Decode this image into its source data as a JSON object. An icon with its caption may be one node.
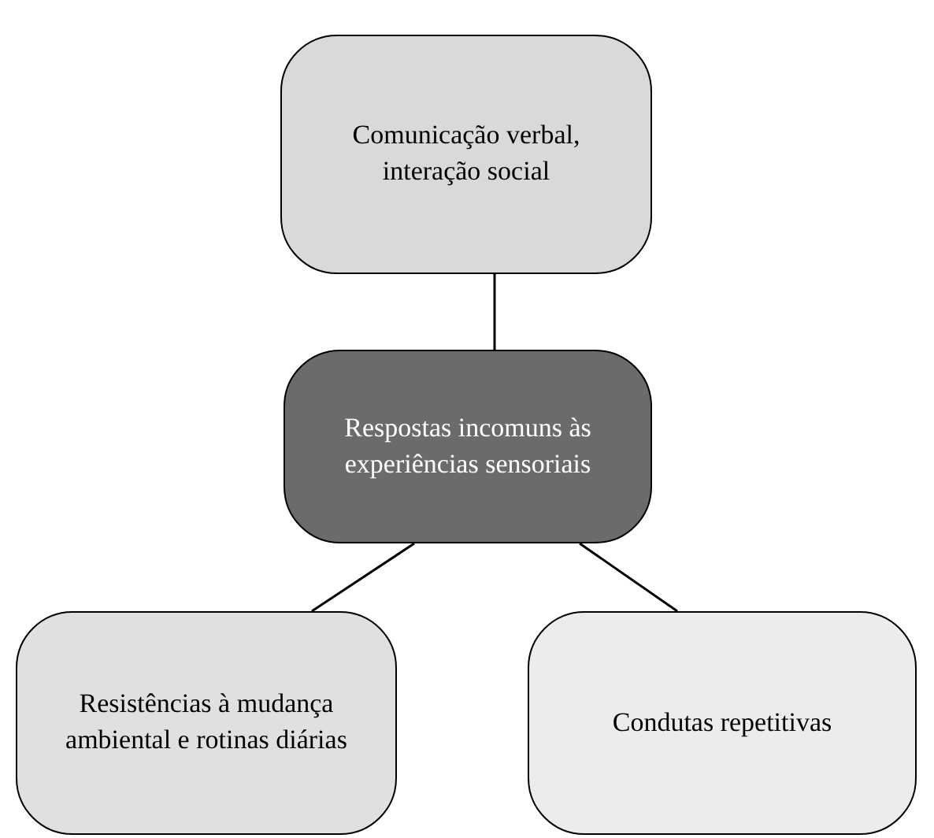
{
  "diagram": {
    "nodes": [
      {
        "text": [
          "Comunicação verbal, interação social"
        ]
      },
      {
        "text": [
          "Respostas incomuns às experiências sensoriais"
        ]
      },
      {
        "text": [
          "Resistências à mudança ambiental e rotinas diárias"
        ]
      },
      {
        "text": [
          "Condutas repetitivas"
        ]
      }
    ],
    "edges": [
      {
        "from": 0,
        "to": 1,
        "arrow": "none"
      },
      {
        "from": 1,
        "to": 2,
        "arrow": "none"
      },
      {
        "from": 1,
        "to": 3,
        "arrow": "none"
      }
    ]
  }
}
